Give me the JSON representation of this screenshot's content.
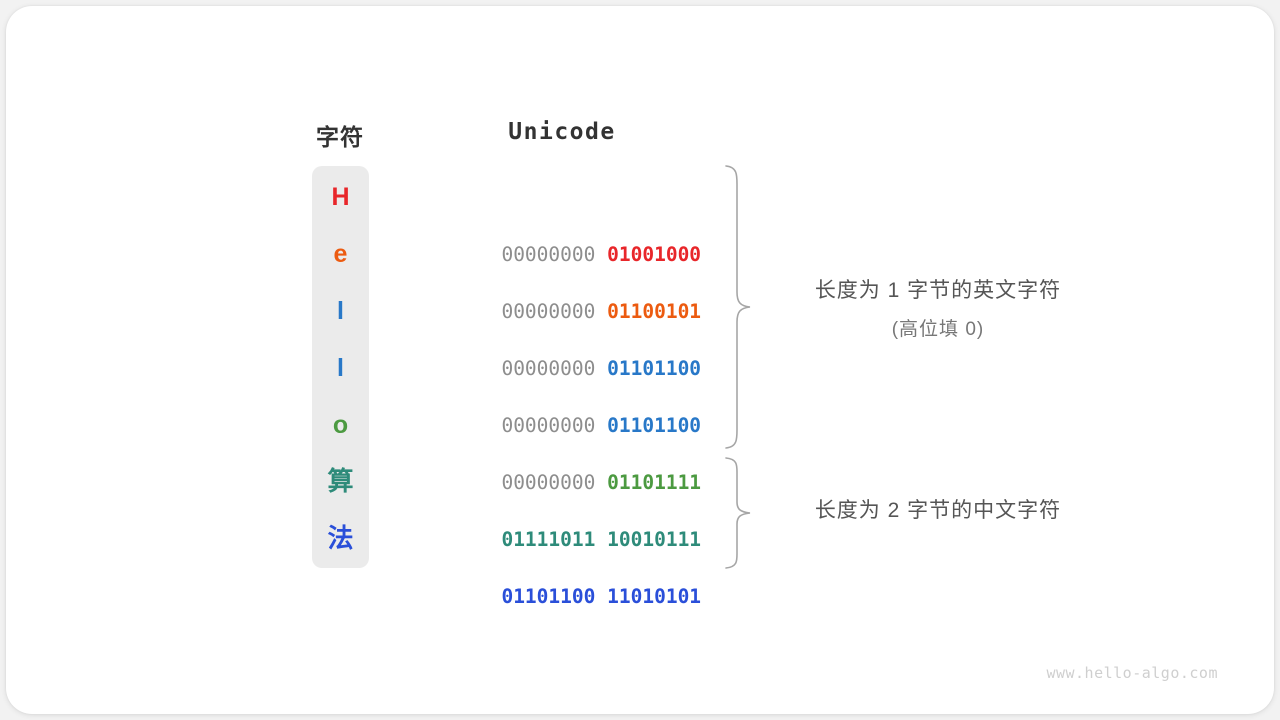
{
  "figure": {
    "headers": {
      "character": "字符",
      "encoding": "Unicode"
    },
    "rows": [
      {
        "char": "H",
        "char_color": "#e8262a",
        "high_byte": "00000000",
        "low_byte": "01001000",
        "high_color": "#8d8d8d",
        "low_color": "#e8262a",
        "group": "ascii"
      },
      {
        "char": "e",
        "char_color": "#ec5b10",
        "high_byte": "00000000",
        "low_byte": "01100101",
        "high_color": "#8d8d8d",
        "low_color": "#ec5b10",
        "group": "ascii"
      },
      {
        "char": "l",
        "char_color": "#2878c8",
        "high_byte": "00000000",
        "low_byte": "01101100",
        "high_color": "#8d8d8d",
        "low_color": "#2878c8",
        "group": "ascii"
      },
      {
        "char": "l",
        "char_color": "#2878c8",
        "high_byte": "00000000",
        "low_byte": "01101100",
        "high_color": "#8d8d8d",
        "low_color": "#2878c8",
        "group": "ascii"
      },
      {
        "char": "o",
        "char_color": "#4c9a41",
        "high_byte": "00000000",
        "low_byte": "01101111",
        "high_color": "#8d8d8d",
        "low_color": "#4c9a41",
        "group": "ascii"
      },
      {
        "char": "算",
        "char_color": "#2e8b7a",
        "high_byte": "01111011",
        "low_byte": "10010111",
        "high_color": "#2e8b7a",
        "low_color": "#2e8b7a",
        "group": "cjk"
      },
      {
        "char": "法",
        "char_color": "#2a4fd9",
        "high_byte": "01101100",
        "low_byte": "11010101",
        "high_color": "#2a4fd9",
        "low_color": "#2a4fd9",
        "group": "cjk"
      }
    ],
    "annotations": [
      {
        "line1": "长度为 1 字节的英文字符",
        "line2": "(高位填 0)"
      },
      {
        "line1": "长度为 2 字节的中文字符",
        "line2": ""
      }
    ],
    "watermark": "www.hello-algo.com"
  }
}
